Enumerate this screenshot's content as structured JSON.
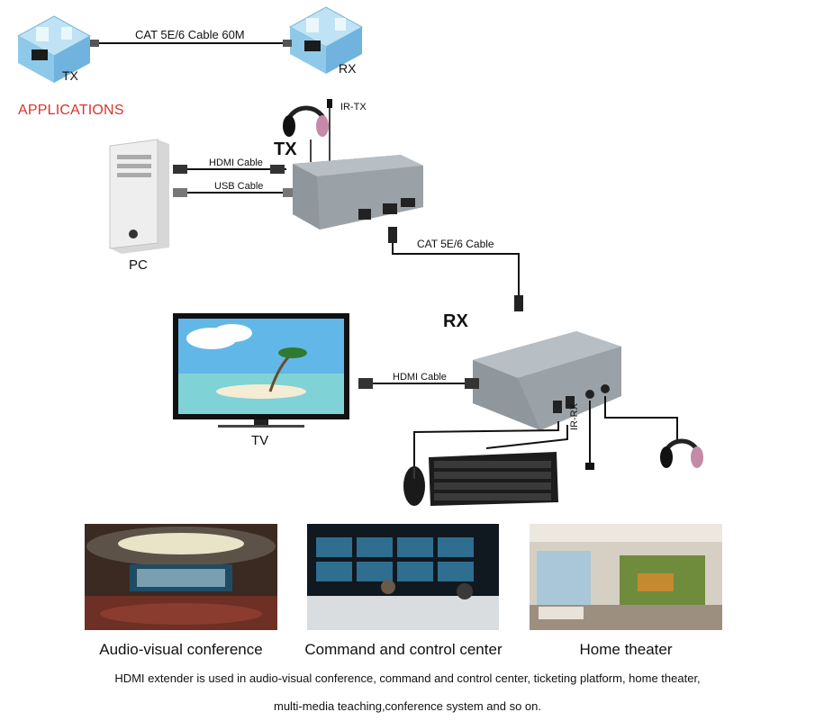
{
  "top_diagram": {
    "tx_label": "TX",
    "rx_label": "RX",
    "cable_label": "CAT 5E/6 Cable 60M"
  },
  "applications": {
    "heading": "APPLICATIONS",
    "tx_title": "TX",
    "rx_title": "RX",
    "ir_tx_label": "IR-TX",
    "ir_rx_label": "IR-RX",
    "hdmi_cable_label": "HDMI Cable",
    "usb_cable_label": "USB Cable",
    "cat_cable_label": "CAT 5E/6 Cable",
    "hdmi_cable_label_tv": "HDMI Cable",
    "pc_label": "PC",
    "tv_label": "TV"
  },
  "photos": [
    {
      "caption": "Audio-visual conference"
    },
    {
      "caption": "Command and control center"
    },
    {
      "caption": "Home theater"
    }
  ],
  "description": {
    "line1": "HDMI extender is used in audio-visual conference, command and control center, ticketing platform, home theater,",
    "line2": "multi-media teaching,conference system and so on."
  }
}
